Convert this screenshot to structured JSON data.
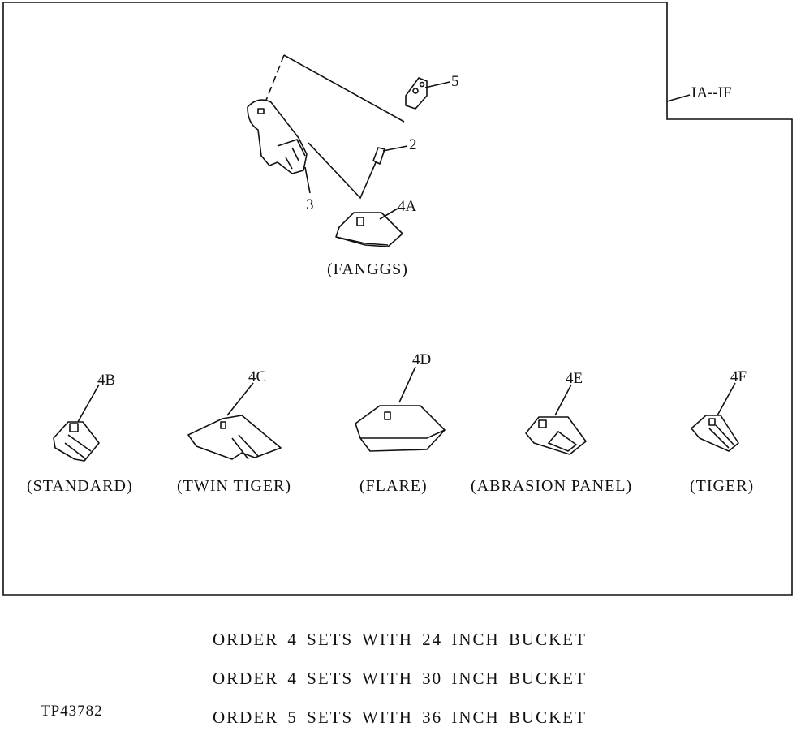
{
  "figure_ref": "IA--IF",
  "callouts": {
    "lock": "5",
    "pin": "2",
    "adapter": "3",
    "fangs": "4A",
    "standard": "4B",
    "twin_tiger": "4C",
    "flare": "4D",
    "abrasion_panel": "4E",
    "tiger": "4F"
  },
  "captions": {
    "fangs": "(FANGGS)",
    "standard": "(STANDARD)",
    "twin_tiger": "(TWIN TIGER)",
    "flare": "(FLARE)",
    "abrasion_panel": "(ABRASION PANEL)",
    "tiger": "(TIGER)"
  },
  "orders": [
    "ORDER 4 SETS WITH 24 INCH BUCKET",
    "ORDER 4 SETS WITH 30 INCH BUCKET",
    "ORDER 5 SETS WITH 36 INCH BUCKET"
  ],
  "figure_code": "TP43782"
}
